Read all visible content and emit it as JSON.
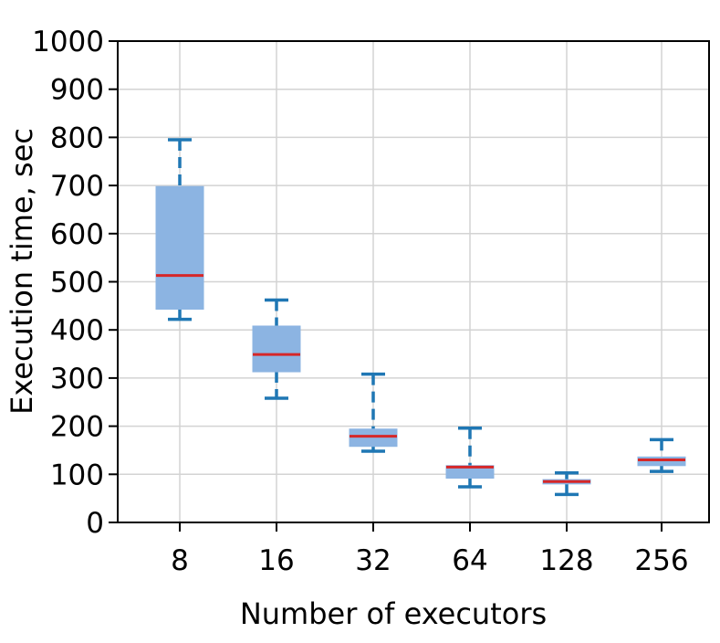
{
  "chart_data": {
    "type": "box",
    "title": "",
    "xlabel": "Number of executors",
    "ylabel": "Execution time, sec",
    "ylim": [
      0,
      1000
    ],
    "yticks": [
      0,
      100,
      200,
      300,
      400,
      500,
      600,
      700,
      800,
      900,
      1000
    ],
    "grid": true,
    "categories": [
      "8",
      "16",
      "32",
      "64",
      "128",
      "256"
    ],
    "boxes": [
      {
        "category": "8",
        "whisker_low": 422,
        "q1": 443,
        "median": 513,
        "q3": 698,
        "whisker_high": 795
      },
      {
        "category": "16",
        "whisker_low": 258,
        "q1": 313,
        "median": 349,
        "q3": 408,
        "whisker_high": 462
      },
      {
        "category": "32",
        "whisker_low": 148,
        "q1": 158,
        "median": 179,
        "q3": 194,
        "whisker_high": 308
      },
      {
        "category": "64",
        "whisker_low": 74,
        "q1": 92,
        "median": 115,
        "q3": 118,
        "whisker_high": 196
      },
      {
        "category": "128",
        "whisker_low": 58,
        "q1": 80,
        "median": 85,
        "q3": 89,
        "whisker_high": 103
      },
      {
        "category": "256",
        "whisker_low": 106,
        "q1": 118,
        "median": 130,
        "q3": 136,
        "whisker_high": 172
      }
    ],
    "colors": {
      "box_fill": "#8cb4e2",
      "whisker": "#1f77b4",
      "median": "#d62728",
      "grid": "#d3d3d3",
      "axis": "#000000"
    }
  }
}
